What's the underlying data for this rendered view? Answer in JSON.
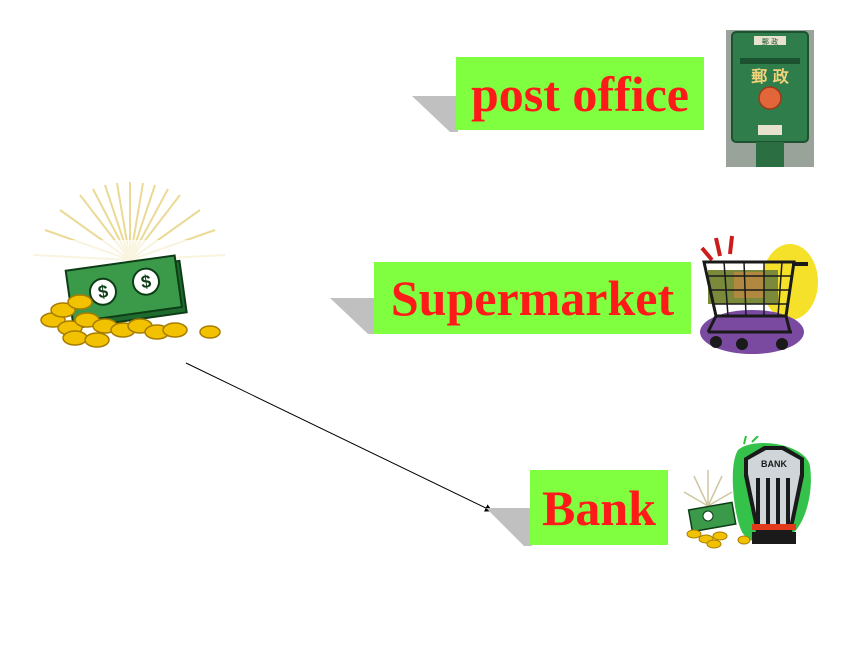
{
  "labels": {
    "post_office": "post office",
    "supermarket": "Supermarket",
    "bank": "Bank"
  },
  "mailbox": {
    "top_plate": "郵 政",
    "chars": "郵 政",
    "bottom_plate": ""
  },
  "bank_sign": "BANK",
  "colors": {
    "label_bg": "#80ff40",
    "label_text": "#ff1a1a",
    "shadow": "#c0c0c0",
    "money_green": "#2e8b3e",
    "coin_gold": "#f2c200",
    "mailbox_green": "#2f7d4a"
  },
  "icons": [
    "money-pile-icon",
    "mailbox-icon",
    "shopping-cart-icon",
    "bank-icon"
  ]
}
